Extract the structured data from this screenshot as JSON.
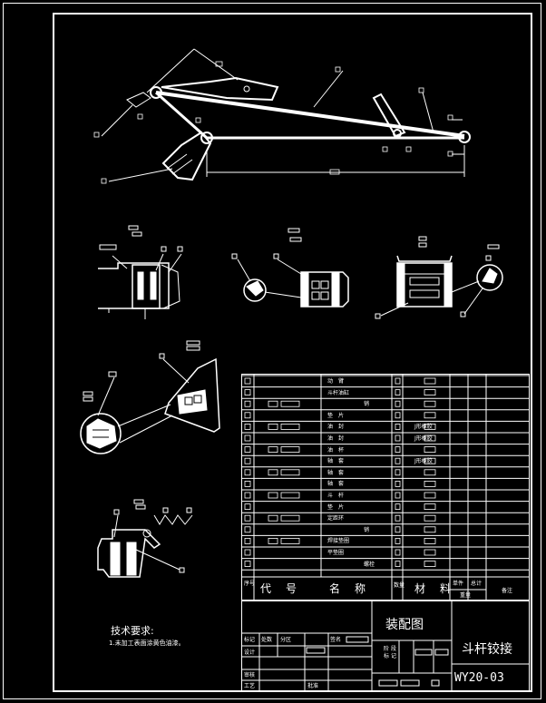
{
  "drawing": {
    "tech_requirements_title": "技术要求:",
    "tech_requirements_items": [
      "1.未加工表面涂黄色油漆。"
    ],
    "bom": {
      "header": {
        "seq": "序号",
        "code": "代　号",
        "name": "名　称",
        "qty": "数量",
        "material": "材　料",
        "unit_weight": "单件",
        "total_weight": "总计",
        "weight": "重量",
        "remarks": "备注"
      },
      "names": [
        "动　臂",
        "斗杆油缸",
        "",
        "垫　片",
        "油　封",
        "油　封",
        "油　杯",
        "轴　套",
        "轴　套",
        "轴　套",
        "斗　杆",
        "垫　片",
        "定距环",
        "",
        "焊接垫圈",
        "平垫圈",
        ""
      ],
      "name_suffixes": [
        "",
        "",
        "销",
        "",
        "",
        "",
        "",
        "",
        "",
        "",
        "",
        "",
        "",
        "销",
        "",
        "",
        "螺栓"
      ],
      "materials": [
        "",
        "",
        "",
        "",
        "J形橡胶",
        "J形橡胶",
        "",
        "J形橡胶",
        "",
        "",
        "",
        "",
        "",
        "",
        "",
        "",
        ""
      ]
    },
    "title_block": {
      "drawing_type": "装配图",
      "title": "斗杆铰接",
      "drawing_number": "WY20-03",
      "row_labels": [
        "标记",
        "处数",
        "分区",
        "签名",
        "设计",
        "审核",
        "工艺"
      ],
      "approve": "批准",
      "stage_marks": [
        "阶",
        "段",
        "标",
        "记"
      ]
    }
  }
}
